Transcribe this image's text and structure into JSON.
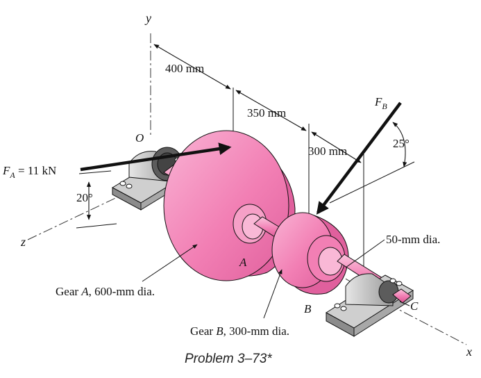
{
  "labels": {
    "axis_y": "y",
    "axis_z": "z",
    "axis_x": "x",
    "origin": "O",
    "dim_400": "400 mm",
    "dim_350": "350 mm",
    "dim_300": "300 mm",
    "force_b": "F",
    "force_b_sub": "B",
    "angle_25": "25°",
    "force_a": "F",
    "force_a_sub": "A",
    "force_a_value": " = 11 kN",
    "angle_20": "20°",
    "shaft_dia": "50-mm dia.",
    "gear_a_marker": "A",
    "gear_b_marker": "B",
    "bearing_c": "C",
    "gear_a_caption_pre": "Gear ",
    "gear_a_caption_it": "A",
    "gear_a_caption_post": ", 600-mm dia.",
    "gear_b_caption_pre": "Gear ",
    "gear_b_caption_it": "B",
    "gear_b_caption_post": ", 300-mm dia.",
    "problem": "Problem 3–73*"
  },
  "colors": {
    "gear": "#f27fb4",
    "gear_dark": "#e0609d",
    "gear_light": "#f9aed1",
    "bearing_light": "#d9d9d9",
    "bearing_dark": "#7a7a7a",
    "ink": "#111111"
  }
}
